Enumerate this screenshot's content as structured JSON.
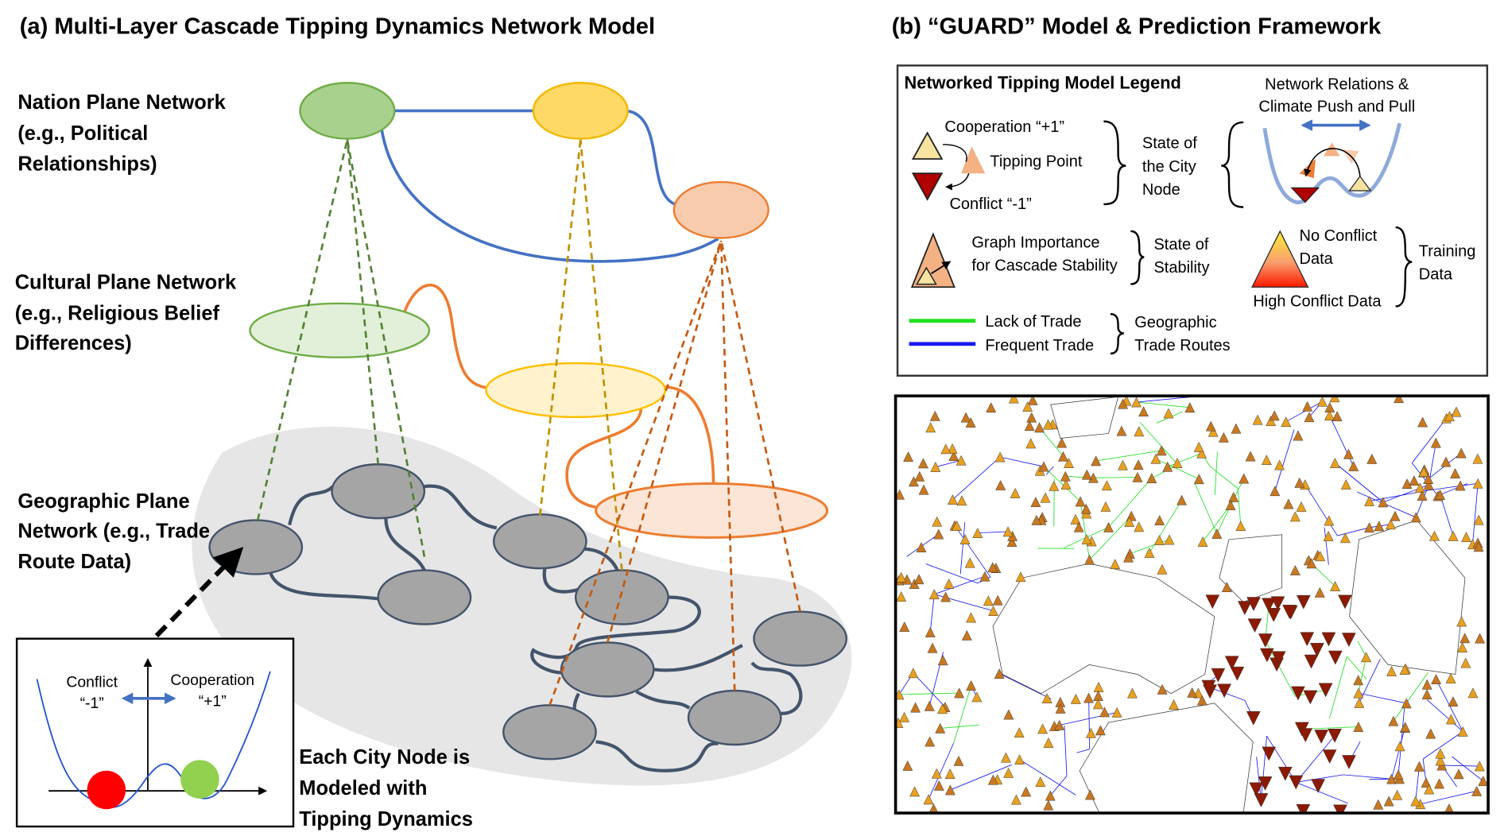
{
  "panel_a": {
    "title": "(a) Multi-Layer Cascade Tipping Dynamics Network Model",
    "nation_label": [
      "Nation Plane Network",
      "(e.g., Political",
      "Relationships)"
    ],
    "cultural_label": [
      "Cultural Plane Network",
      "(e.g., Religious Belief",
      "Differences)"
    ],
    "geographic_label": [
      "Geographic Plane",
      "Network (e.g., Trade",
      "Route Data)"
    ],
    "city_node_caption": [
      "Each City Node is",
      "Modeled with",
      "Tipping Dynamics"
    ],
    "inset": {
      "conflict_label": "Conflict",
      "conflict_value": "“-1”",
      "cooperation_label": "Cooperation",
      "cooperation_value": "“+1”"
    }
  },
  "panel_b": {
    "title": "(b) “GUARD” Model & Prediction Framework",
    "legend": {
      "title": "Networked Tipping Model Legend",
      "cooperation": "Cooperation “+1”",
      "tipping_point": "Tipping Point",
      "conflict": "Conflict “-1”",
      "state_city_node": [
        "State of",
        "the City",
        "Node"
      ],
      "network_relations": [
        "Network Relations &",
        "Climate Push and Pull"
      ],
      "graph_importance": [
        "Graph Importance",
        "for Cascade Stability"
      ],
      "state_stability": [
        "State of",
        "Stability"
      ],
      "no_conflict": [
        "No Conflict",
        "Data"
      ],
      "high_conflict": "High Conflict Data",
      "training_data": [
        "Training",
        "Data"
      ],
      "lack_of_trade": "Lack of Trade",
      "frequent_trade": "Frequent Trade",
      "trade_routes": [
        "Geographic",
        "Trade Routes"
      ]
    }
  },
  "colors": {
    "lack_of_trade": "#22e022",
    "frequent_trade": "#1a1aee",
    "cooperation": "#f6e3a0",
    "conflict": "#b00000",
    "tipping": "#f4b183"
  }
}
